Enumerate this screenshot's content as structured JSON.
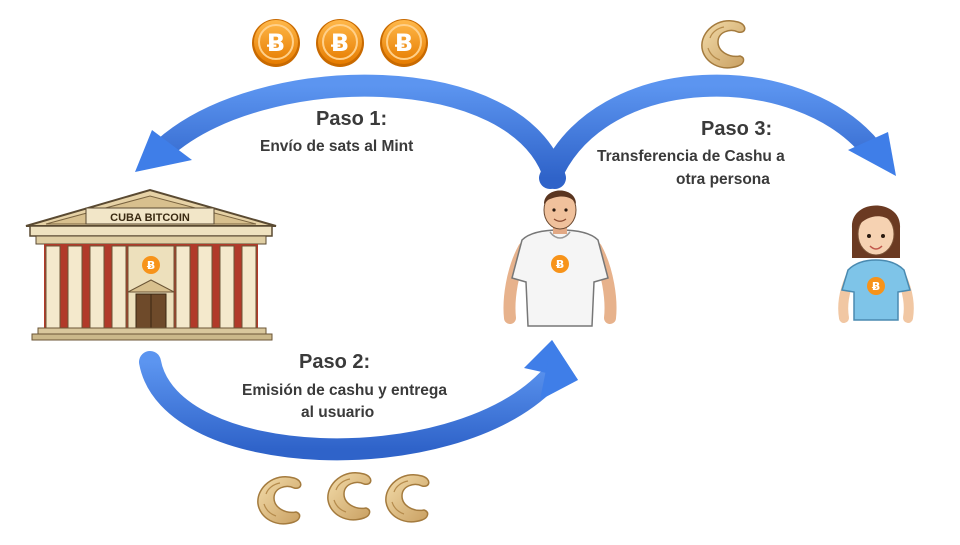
{
  "diagram": {
    "colors": {
      "arrow": "#3f7ee8",
      "arrow_dark": "#2f5fc4",
      "bitcoin": "#f7931a",
      "cashu": "#e3c489",
      "background": "#ffffff"
    },
    "bank": {
      "sign": "CUBA BITCOIN",
      "icon": "bank-building-icon"
    },
    "step1": {
      "title": "Paso 1:",
      "text": "Envío de sats al Mint"
    },
    "step2": {
      "title": "Paso 2:",
      "text_line1": "Emisión de cashu y entrega",
      "text_line2": "al usuario"
    },
    "step3": {
      "title": "Paso 3:",
      "text_line1": "Transferencia de Cashu a",
      "text_line2": "otra persona"
    },
    "coin_symbol": "Ƀ"
  }
}
